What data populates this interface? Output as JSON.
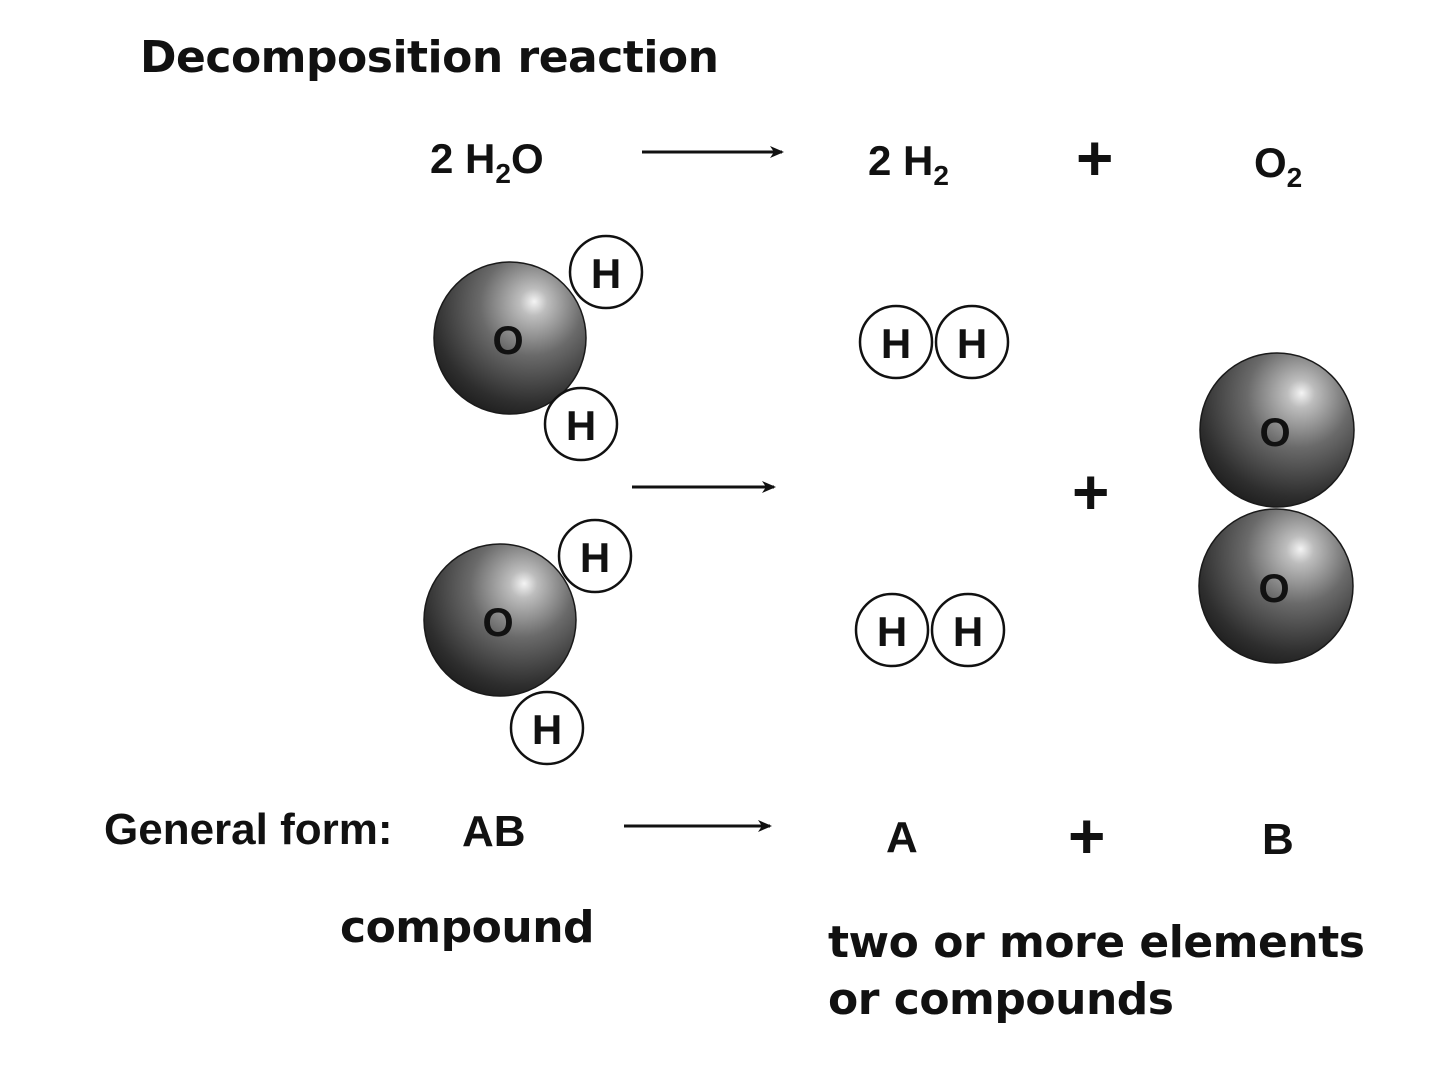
{
  "title": "Decomposition reaction",
  "equation": {
    "reactant_coef": "2",
    "reactant_formula_main": "H",
    "reactant_formula_sub": "2",
    "reactant_formula_end": "O",
    "product1_coef": "2",
    "product1_main": "H",
    "product1_sub": "2",
    "plus": "+",
    "product2_main": "O",
    "product2_sub": "2"
  },
  "atoms": {
    "oxygen_symbol": "O",
    "hydrogen_symbol": "H"
  },
  "molecule_plus": "+",
  "general_form": {
    "label": "General form:",
    "reactant": "AB",
    "product_a": "A",
    "plus": "+",
    "product_b": "B"
  },
  "descriptions": {
    "reactant": "compound",
    "products": "two or more elements or compounds"
  },
  "colors": {
    "ink": "#111111",
    "oxygen_sphere_dark": "#1e1e1e",
    "oxygen_sphere_light": "#f4f4f4",
    "hydrogen_fill": "#ffffff"
  }
}
